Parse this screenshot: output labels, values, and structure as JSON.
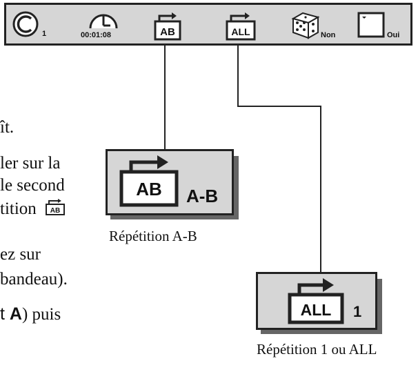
{
  "status_bar": {
    "chapter_count": "1",
    "elapsed_time": "00:01:08",
    "ab_repeat_label": "AB",
    "all_repeat_label": "ALL",
    "shuffle_value": "Non",
    "screen_value": "Oui"
  },
  "body_fragments": {
    "line1": "ît.",
    "line2": "ler sur la",
    "line3": "le second",
    "line4": "tition",
    "line4_icon_label": "AB",
    "line5": "ez sur",
    "line6": "bandeau).",
    "line7_pre": "",
    "line7_key": "A",
    "line7_post": ") puis"
  },
  "callout_ab": {
    "icon_label": "AB",
    "mode_label": "A-B",
    "caption": "Répétition A-B"
  },
  "callout_all": {
    "icon_label": "ALL",
    "mode_label": "1",
    "caption": "Répétition 1 ou ALL"
  }
}
